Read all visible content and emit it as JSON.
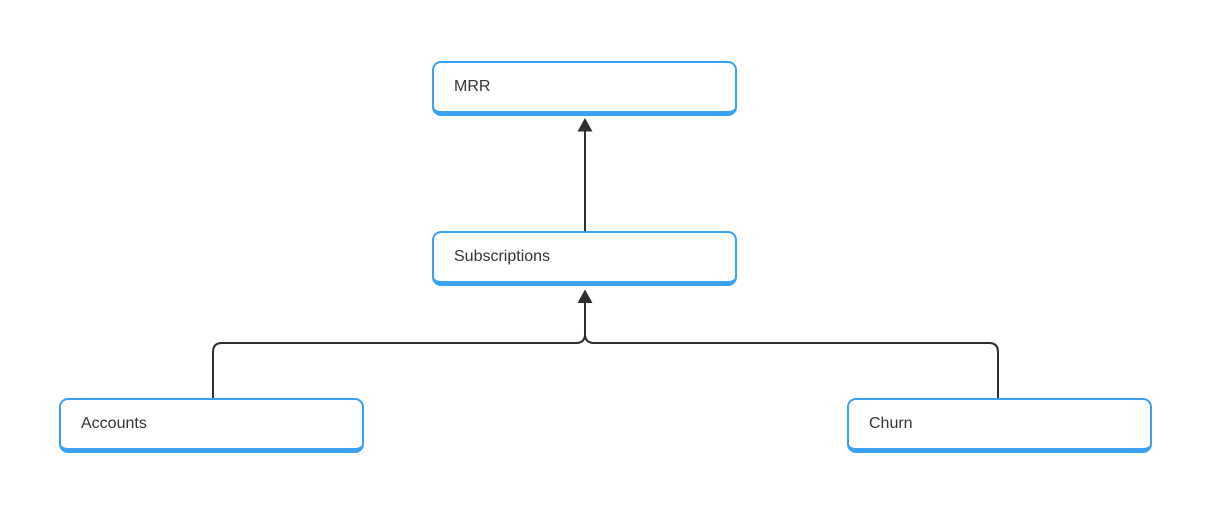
{
  "diagram": {
    "nodes": {
      "mrr": {
        "label": "MRR"
      },
      "subscriptions": {
        "label": "Subscriptions"
      },
      "accounts": {
        "label": "Accounts"
      },
      "churn": {
        "label": "Churn"
      }
    },
    "edges": [
      {
        "from": "Subscriptions",
        "to": "MRR"
      },
      {
        "from": "Accounts",
        "to": "Subscriptions"
      },
      {
        "from": "Churn",
        "to": "Subscriptions"
      }
    ],
    "colors": {
      "node_border": "#38a1f3",
      "node_fill": "#ffffff",
      "connector": "#2d2d2d",
      "label_text": "#333333",
      "canvas_bg": "#ffffff"
    }
  }
}
